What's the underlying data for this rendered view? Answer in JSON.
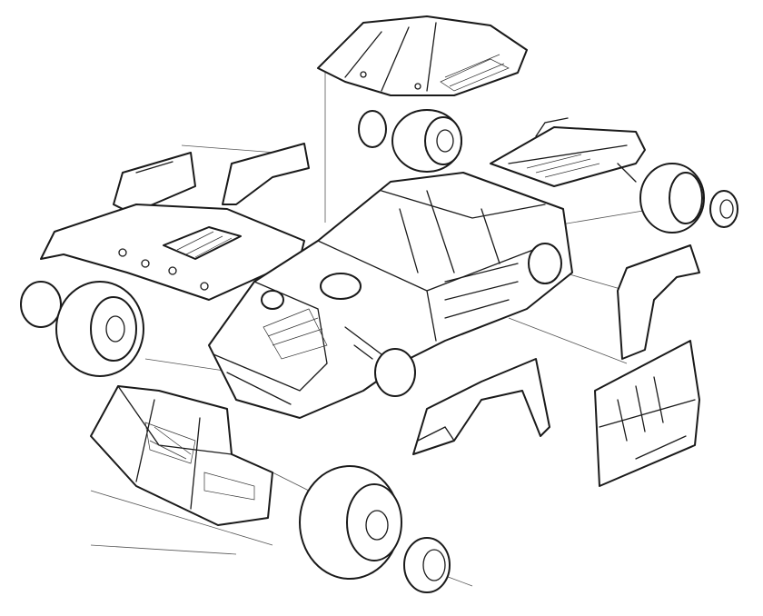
{
  "illustration": {
    "background": "#ffffff",
    "ink": "#1a1a1a",
    "parts": [
      "roof",
      "top-wheel",
      "rear-wing",
      "right-wheel",
      "door-panel-left",
      "door-panel-right",
      "hood",
      "chassis",
      "left-wheel",
      "right-fender",
      "front-bumper",
      "front-fender",
      "rear-panel",
      "bottom-wheel"
    ]
  }
}
